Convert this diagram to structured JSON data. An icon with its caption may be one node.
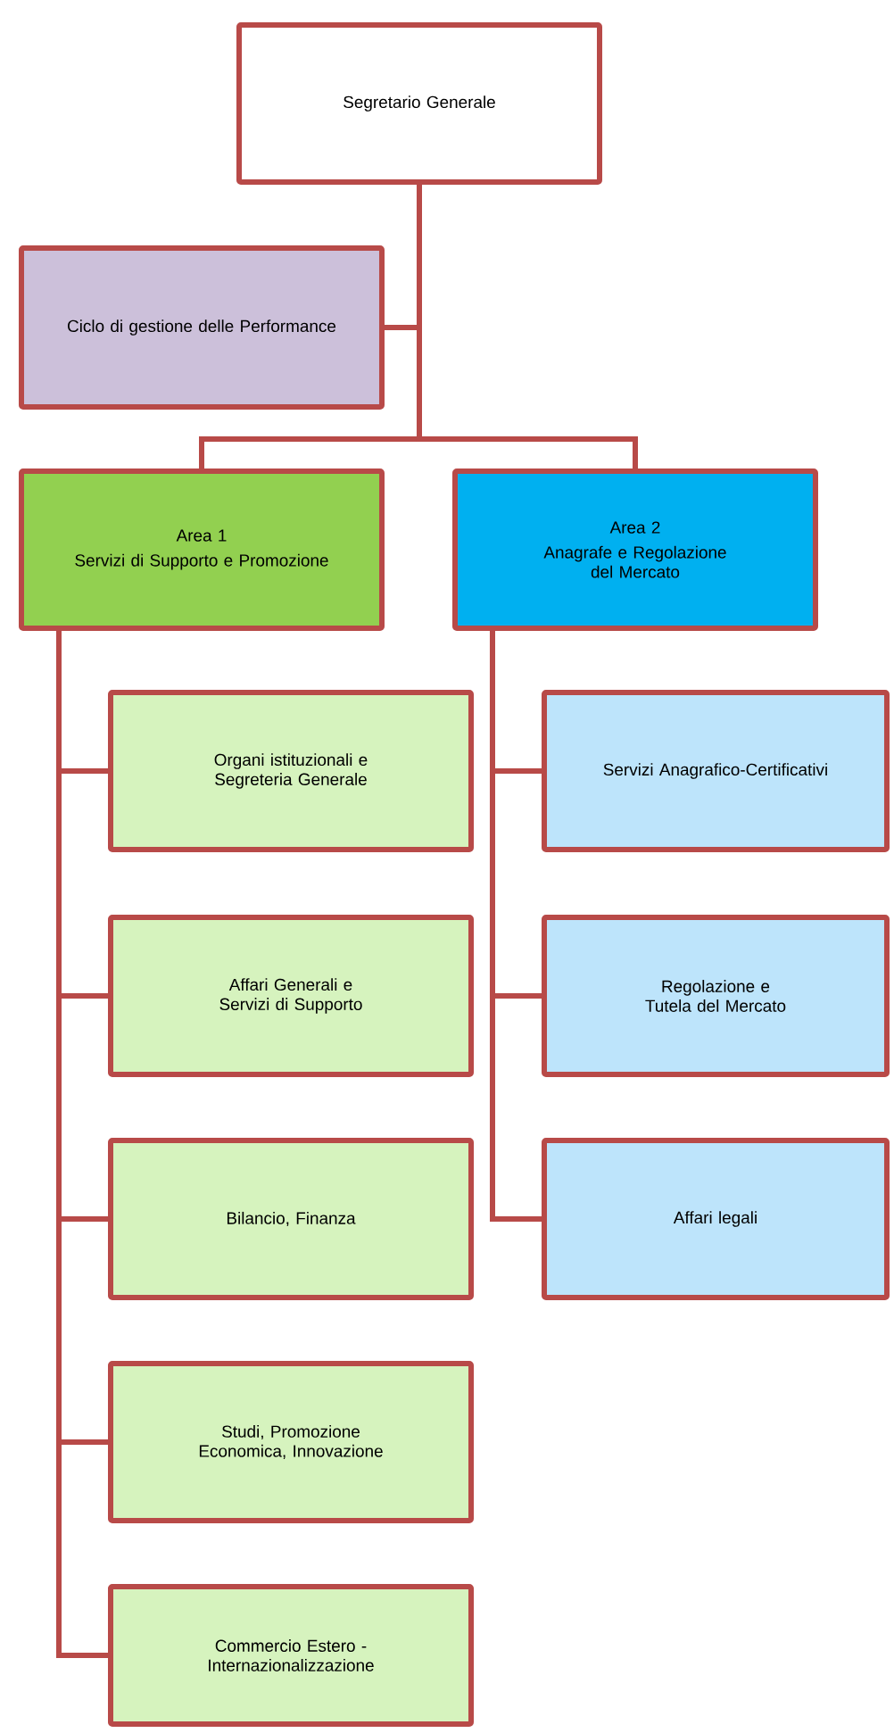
{
  "diagram": {
    "nodes": [
      {
        "text": [
          "Segretario Generale"
        ]
      },
      {
        "text": [
          "Ciclo di gestione delle Performance"
        ]
      },
      {
        "text": [
          "Area 1",
          "Servizi di Supporto e Promozione"
        ]
      },
      {
        "text": [
          "Area 2",
          "Anagrafe e Regolazione del Mercato"
        ]
      },
      {
        "text": [
          "Organi istituzionali e Segreteria Generale"
        ]
      },
      {
        "text": [
          "Affari Generali e Servizi di Supporto"
        ]
      },
      {
        "text": [
          "Bilancio, Finanza"
        ]
      },
      {
        "text": [
          "Studi, Promozione Economica,  Innovazione"
        ]
      },
      {
        "text": [
          "Commercio Estero - Internazionalizzazione"
        ]
      },
      {
        "text": [
          "Servizi Anagrafico-Certificativi"
        ]
      },
      {
        "text": [
          "Regolazione  e Tutela del Mercato"
        ]
      },
      {
        "text": [
          "Affari legali"
        ]
      }
    ],
    "edges": [
      {
        "from": 0,
        "to": 1,
        "arrow": "none"
      },
      {
        "from": 0,
        "to": 2,
        "arrow": "none"
      },
      {
        "from": 0,
        "to": 3,
        "arrow": "none"
      },
      {
        "from": 2,
        "to": 4,
        "arrow": "none"
      },
      {
        "from": 2,
        "to": 5,
        "arrow": "none"
      },
      {
        "from": 2,
        "to": 6,
        "arrow": "none"
      },
      {
        "from": 2,
        "to": 7,
        "arrow": "none"
      },
      {
        "from": 2,
        "to": 8,
        "arrow": "none"
      },
      {
        "from": 3,
        "to": 9,
        "arrow": "none"
      },
      {
        "from": 3,
        "to": 10,
        "arrow": "none"
      },
      {
        "from": 3,
        "to": 11,
        "arrow": "none"
      }
    ]
  }
}
